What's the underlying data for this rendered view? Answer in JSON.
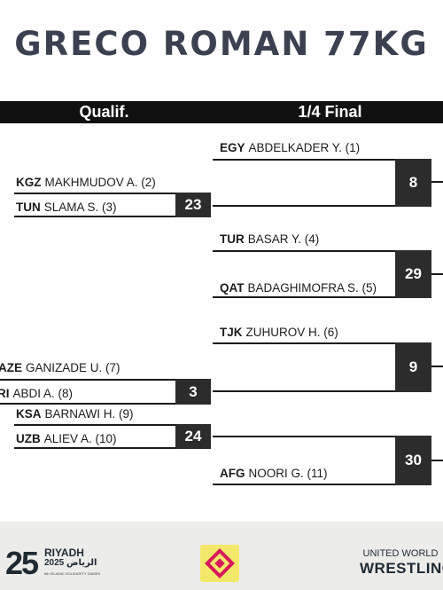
{
  "title": "GRECO ROMAN 77KG",
  "rounds": [
    "Qualif.",
    "1/4 Final"
  ],
  "athletes": [
    {
      "country": "EGY",
      "name": "ABDELKADER Y. (1)"
    },
    {
      "country": "KGZ",
      "name": "MAKHMUDOV A. (2)"
    },
    {
      "country": "TUN",
      "name": "SLAMA S. (3)"
    },
    {
      "country": "TUR",
      "name": "BASAR Y. (4)"
    },
    {
      "country": "QAT",
      "name": "BADAGHIMOFRA S. (5)"
    },
    {
      "country": "TJK",
      "name": "ZUHUROV H. (6)"
    },
    {
      "country": "AZE",
      "name": "GANIZADE U. (7)"
    },
    {
      "country": "RI",
      "name": "ABDI A. (8)"
    },
    {
      "country": "KSA",
      "name": "BARNAWI H. (9)"
    },
    {
      "country": "UZB",
      "name": "ALIEV A. (10)"
    },
    {
      "country": "AFG",
      "name": "NOORI G. (11)"
    }
  ],
  "qualif_scores": [
    "23",
    "3",
    "24"
  ],
  "quarter_scores": [
    "8",
    "29",
    "9",
    "30"
  ],
  "logos": {
    "riyadh_number": "25",
    "riyadh_city": "RIYADH",
    "riyadh_arabic": "الرياض 2025",
    "riyadh_sub": "6th ISLAMIC SOLIDARITY GAMES",
    "uww_top": "UNITED WORLD",
    "uww_bottom": "WRESTLING"
  },
  "colors": {
    "title": "#3b4150",
    "round_bar": "#111111",
    "score_box": "#2c2c2c",
    "footer": "#ececea",
    "accent_logo": "#f3e76a",
    "accent_logo_mark": "#d6195a"
  }
}
